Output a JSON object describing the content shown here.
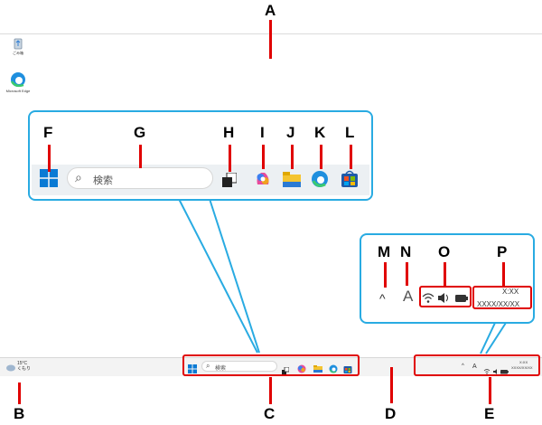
{
  "labels": {
    "A": "A",
    "B": "B",
    "C": "C",
    "D": "D",
    "E": "E",
    "F": "F",
    "G": "G",
    "H": "H",
    "I": "I",
    "J": "J",
    "K": "K",
    "L": "L",
    "M": "M",
    "N": "N",
    "O": "O",
    "P": "P"
  },
  "desktop_icons": [
    {
      "name": "recycle-bin",
      "label": "ごみ箱"
    },
    {
      "name": "edge",
      "label": "Microsoft Edge"
    }
  ],
  "weather": {
    "temp": "15°C",
    "desc": "くもり"
  },
  "search": {
    "placeholder": "検索"
  },
  "tray": {
    "overflow_glyph": "^",
    "ime_glyph": "A",
    "time": "X:XX",
    "date": "XXXX/XX/XX"
  },
  "colors": {
    "callout_border": "#29abe2",
    "marker": "#e00000",
    "windows_blue": "#0a7ad4"
  }
}
